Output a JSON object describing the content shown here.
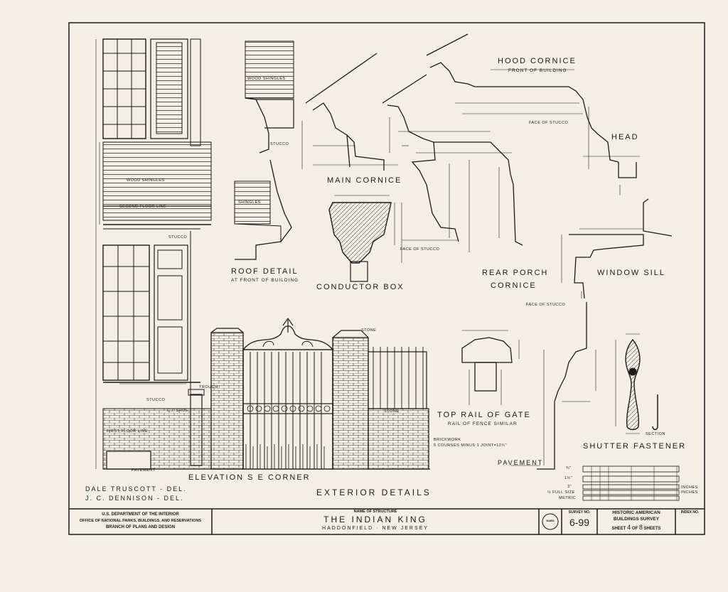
{
  "labels": {
    "hood_cornice": "HOOD CORNICE",
    "hood_cornice_sub": "FRONT OF BUILDING",
    "head": "HEAD",
    "main_cornice": "MAIN CORNICE",
    "conductor_box": "CONDUCTOR BOX",
    "roof_detail": "ROOF DETAIL",
    "roof_detail_sub": "AT FRONT OF BUILDING",
    "rear_porch_cornice_1": "REAR PORCH",
    "rear_porch_cornice_2": "CORNICE",
    "window_sill": "WINDOW SILL",
    "top_rail_of_gate": "TOP RAIL OF GATE",
    "top_rail_sub": "RAIL OF FENCE SIMILAR",
    "shutter_fastener": "SHUTTER FASTENER",
    "elevation": "ELEVATION S E CORNER",
    "exterior_details": "EXTERIOR DETAILS",
    "pavement": "PAVEMENT",
    "pavement_small": "PAVEMENT",
    "face_of_stucco_1": "FACE OF STUCCO",
    "face_of_stucco_2": "FACE OF STUCCO",
    "face_of_stucco_3": "FACE OF STUCCO",
    "wood_shingles_1": "WOOD SHINGLES",
    "wood_shingles_2": "WOOD SHINGLES",
    "shingles": "SHINGLES",
    "stucco_1": "STUCCO",
    "stucco_2": "STUCCO",
    "stucco_3": "STUCCO",
    "second_floor_line": "SECOND FLOOR LINE",
    "first_floor_line": "FIRST FLOOR LINE",
    "stone_1": "STONE",
    "stone_2": "STONE",
    "brickwork_1": "BRICKWORK",
    "brickwork_2": "5 COURSES MINUS 1 JOINT=12¾\"",
    "section": "SECTION",
    "ci_shoe": "C.I. SHOE",
    "trough": "TROUGH"
  },
  "delineators": [
    "DALE TRUSCOTT - DEL.",
    "J. C. DENNISON - DEL."
  ],
  "title_block": {
    "agency_1": "U.S. DEPARTMENT OF THE INTERIOR",
    "agency_2": "OFFICE OF NATIONAL PARKS, BUILDINGS, AND RESERVATIONS",
    "agency_3": "BRANCH OF PLANS AND DESIGN",
    "name_label": "NAME OF STRUCTURE",
    "structure_name": "THE INDIAN KING",
    "location": "HADDONFIELD · NEW JERSEY",
    "survey_label": "SURVEY NO.",
    "survey_no": "6-99",
    "habs_1": "HISTORIC AMERICAN",
    "habs_2": "BUILDINGS SURVEY",
    "sheet_prefix": "SHEET",
    "sheet_no": "4",
    "sheet_of": "OF",
    "sheet_total": "8",
    "sheet_suffix": "SHEETS",
    "index_label": "INDEX NO.",
    "seal": "HABS"
  },
  "scales": [
    "¾\"",
    "1½\"",
    "3\"",
    "½ FULL SIZE",
    "METRIC"
  ],
  "scale_units": [
    "INCHES",
    "INCHES"
  ],
  "colors": {
    "paper": "#f3efe6",
    "ink": "#1a1a1a"
  }
}
